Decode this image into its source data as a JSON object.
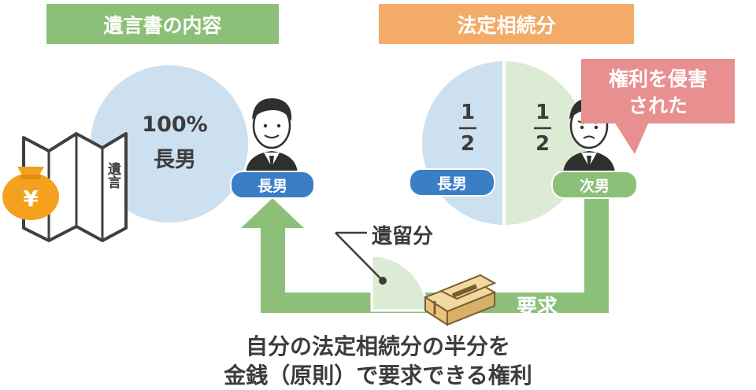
{
  "left_section": {
    "title": "遺言書の内容",
    "title_color": "#8cc079",
    "circle_color": "#cde0f0",
    "percent": "100%",
    "heir": "長男",
    "person_label": "長男",
    "label_color": "#3a7ec6",
    "document_label": "遺言",
    "money_symbol": "¥",
    "money_color": "#f4a11d"
  },
  "right_section": {
    "title": "法定相続分",
    "title_color": "#f3ab6a",
    "left_fraction": {
      "numerator": "1",
      "denominator": "2"
    },
    "right_fraction": {
      "numerator": "1",
      "denominator": "2"
    },
    "left_half_color": "#cde0f0",
    "right_half_color": "#dcebd3",
    "left_label": "長男",
    "left_label_color": "#3a7ec6",
    "person_label": "次男",
    "person_label_color": "#8cc079",
    "callout": {
      "line1": "権利を侵害",
      "line2": "された",
      "color": "#e88f8f"
    }
  },
  "bottom": {
    "reserved_portion_label": "遺留分",
    "request_label": "要求",
    "arrow_color": "#8cc079",
    "caption_line1": "自分の法定相続分の半分を",
    "caption_line2": "金銭（原則）で要求できる権利"
  },
  "icons": [
    "will-document-icon",
    "money-bag-icon",
    "man-icon",
    "worried-man-icon",
    "banknote-bundle-icon"
  ]
}
